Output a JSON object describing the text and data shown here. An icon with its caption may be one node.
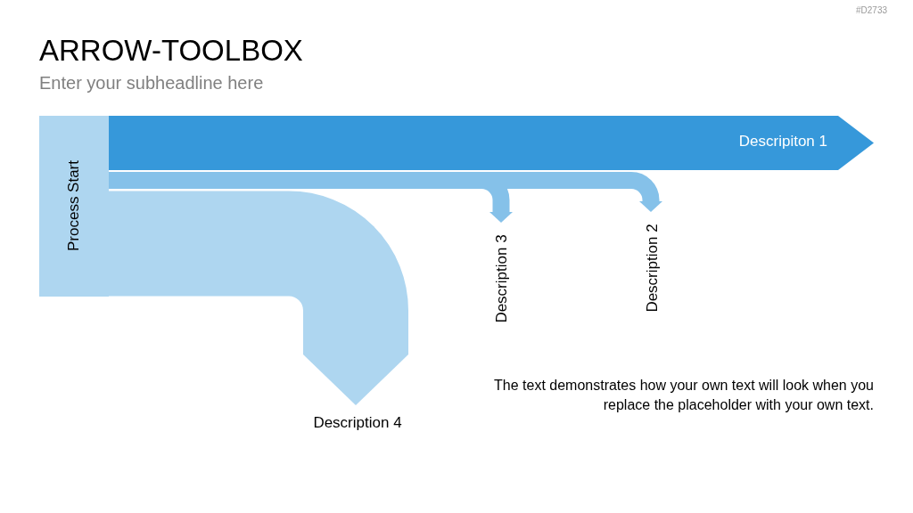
{
  "diagram": {
    "title": "ARROW-TOOLBOX",
    "nodes": [
      {
        "text": [
          "Process Start"
        ]
      },
      {
        "text": [
          "Descripiton 1"
        ]
      },
      {
        "text": [
          "Description 2"
        ]
      },
      {
        "text": [
          "Description 3"
        ]
      },
      {
        "text": [
          "Description 4"
        ]
      }
    ],
    "edges": [
      {
        "from": 0,
        "to": 3,
        "arrow": "to"
      },
      {
        "from": 0,
        "to": 2,
        "arrow": "to"
      },
      {
        "from": 0,
        "to": 4,
        "arrow": "to",
        "style": "thick",
        "color": "#aed6f0"
      }
    ],
    "labels": [
      "#D2733",
      "Enter your subheadline here",
      "The text demonstrates how your own text will look when you replace the placeholder with your own text."
    ]
  }
}
